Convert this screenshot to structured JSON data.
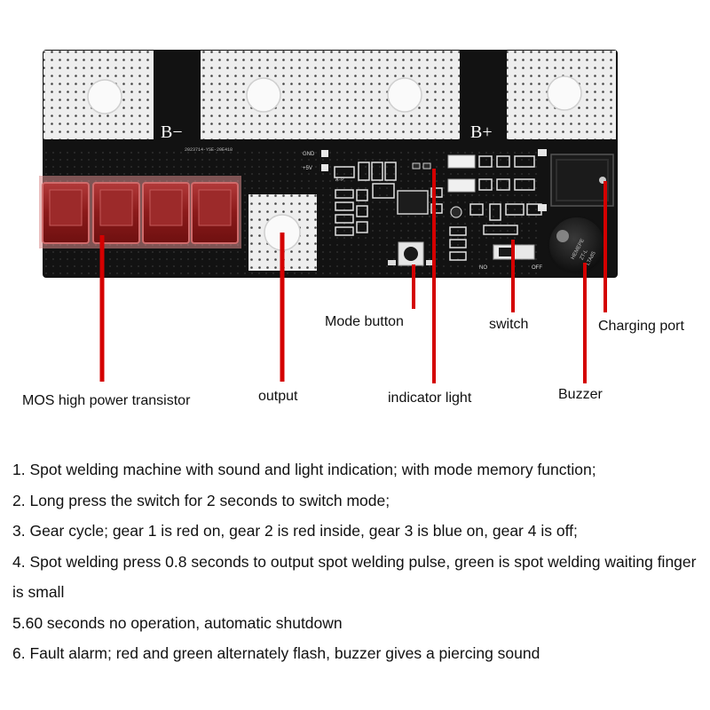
{
  "board": {
    "terminal_minus": "B−",
    "terminal_plus": "B+",
    "silkscreen": {
      "serial": "2023714-YSE-20E418",
      "gnd": "GND",
      "plus5v": "+5V",
      "ap": "A−P",
      "switch_no": "NO",
      "switch_off": "OFF",
      "buzzer_text": [
        "HEMEPE",
        "ZT-L",
        "LTA85"
      ]
    }
  },
  "callouts": {
    "mos": "MOS high power transistor",
    "output": "output",
    "mode_button": "Mode button",
    "indicator_light": "indicator light",
    "switch": "switch",
    "buzzer": "Buzzer",
    "charging_port": "Charging port"
  },
  "colors": {
    "pcb": "#121212",
    "pad": "#eeeeee",
    "mos_body": "#8b1a1a",
    "mos_highlight": "#d07070",
    "leader_line": "#d40000"
  },
  "notes": [
    "1. Spot welding machine with sound and light indication; with mode memory function;",
    "2. Long press the switch for 2 seconds to switch mode;",
    "3. Gear cycle; gear 1 is red on, gear 2 is red inside, gear 3 is blue on, gear 4 is off;",
    "4. Spot welding press 0.8 seconds to output spot welding pulse, green is spot welding waiting finger is small",
    "5.60 seconds no operation, automatic shutdown",
    "6. Fault alarm; red and green alternately flash, buzzer gives a piercing sound"
  ]
}
